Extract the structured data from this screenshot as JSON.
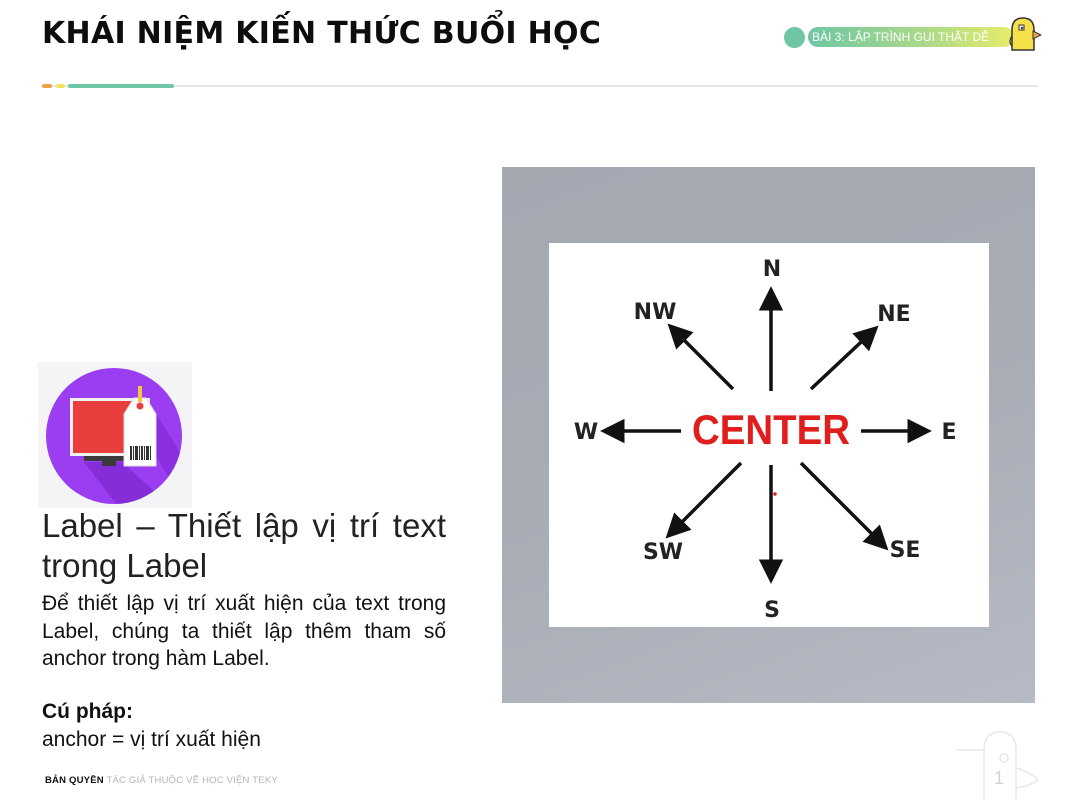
{
  "header": {
    "title": "KHÁI NIỆM KIẾN THỨC BUỔI HỌC",
    "lesson_badge": "BÀI 3: LẬP TRÌNH GUI THẬT DỄ"
  },
  "main": {
    "heading": "Label – Thiết lập vị trí text trong Label",
    "description": "Để thiết lập vị trí xuất hiện của text trong Label, chúng ta thiết lập thêm tham số anchor trong hàm Label.",
    "syntax_label": "Cú pháp:",
    "syntax_value": "anchor = vị trí xuất hiện"
  },
  "figure": {
    "center_label": "CENTER",
    "directions": {
      "n": "N",
      "ne": "NE",
      "e": "E",
      "se": "SE",
      "s": "S",
      "sw": "SW",
      "w": "W",
      "nw": "NW"
    }
  },
  "footer": {
    "copyright_bold": "BẢN QUYỀN",
    "copyright_text": "TÁC GIẢ THUỘC VỀ HỌC VIỆN TEKY",
    "page_number": "1"
  },
  "icons": {
    "mascot": "duck-mascot-icon",
    "label_icon": "monitor-price-tag-icon",
    "watermark": "duck-watermark-icon"
  },
  "colors": {
    "accent_green": "#6ec6a4",
    "accent_yellow": "#e7ec6a",
    "accent_orange": "#f0a04b",
    "icon_purple": "#8a2be2",
    "center_red": "#e01e1e"
  }
}
